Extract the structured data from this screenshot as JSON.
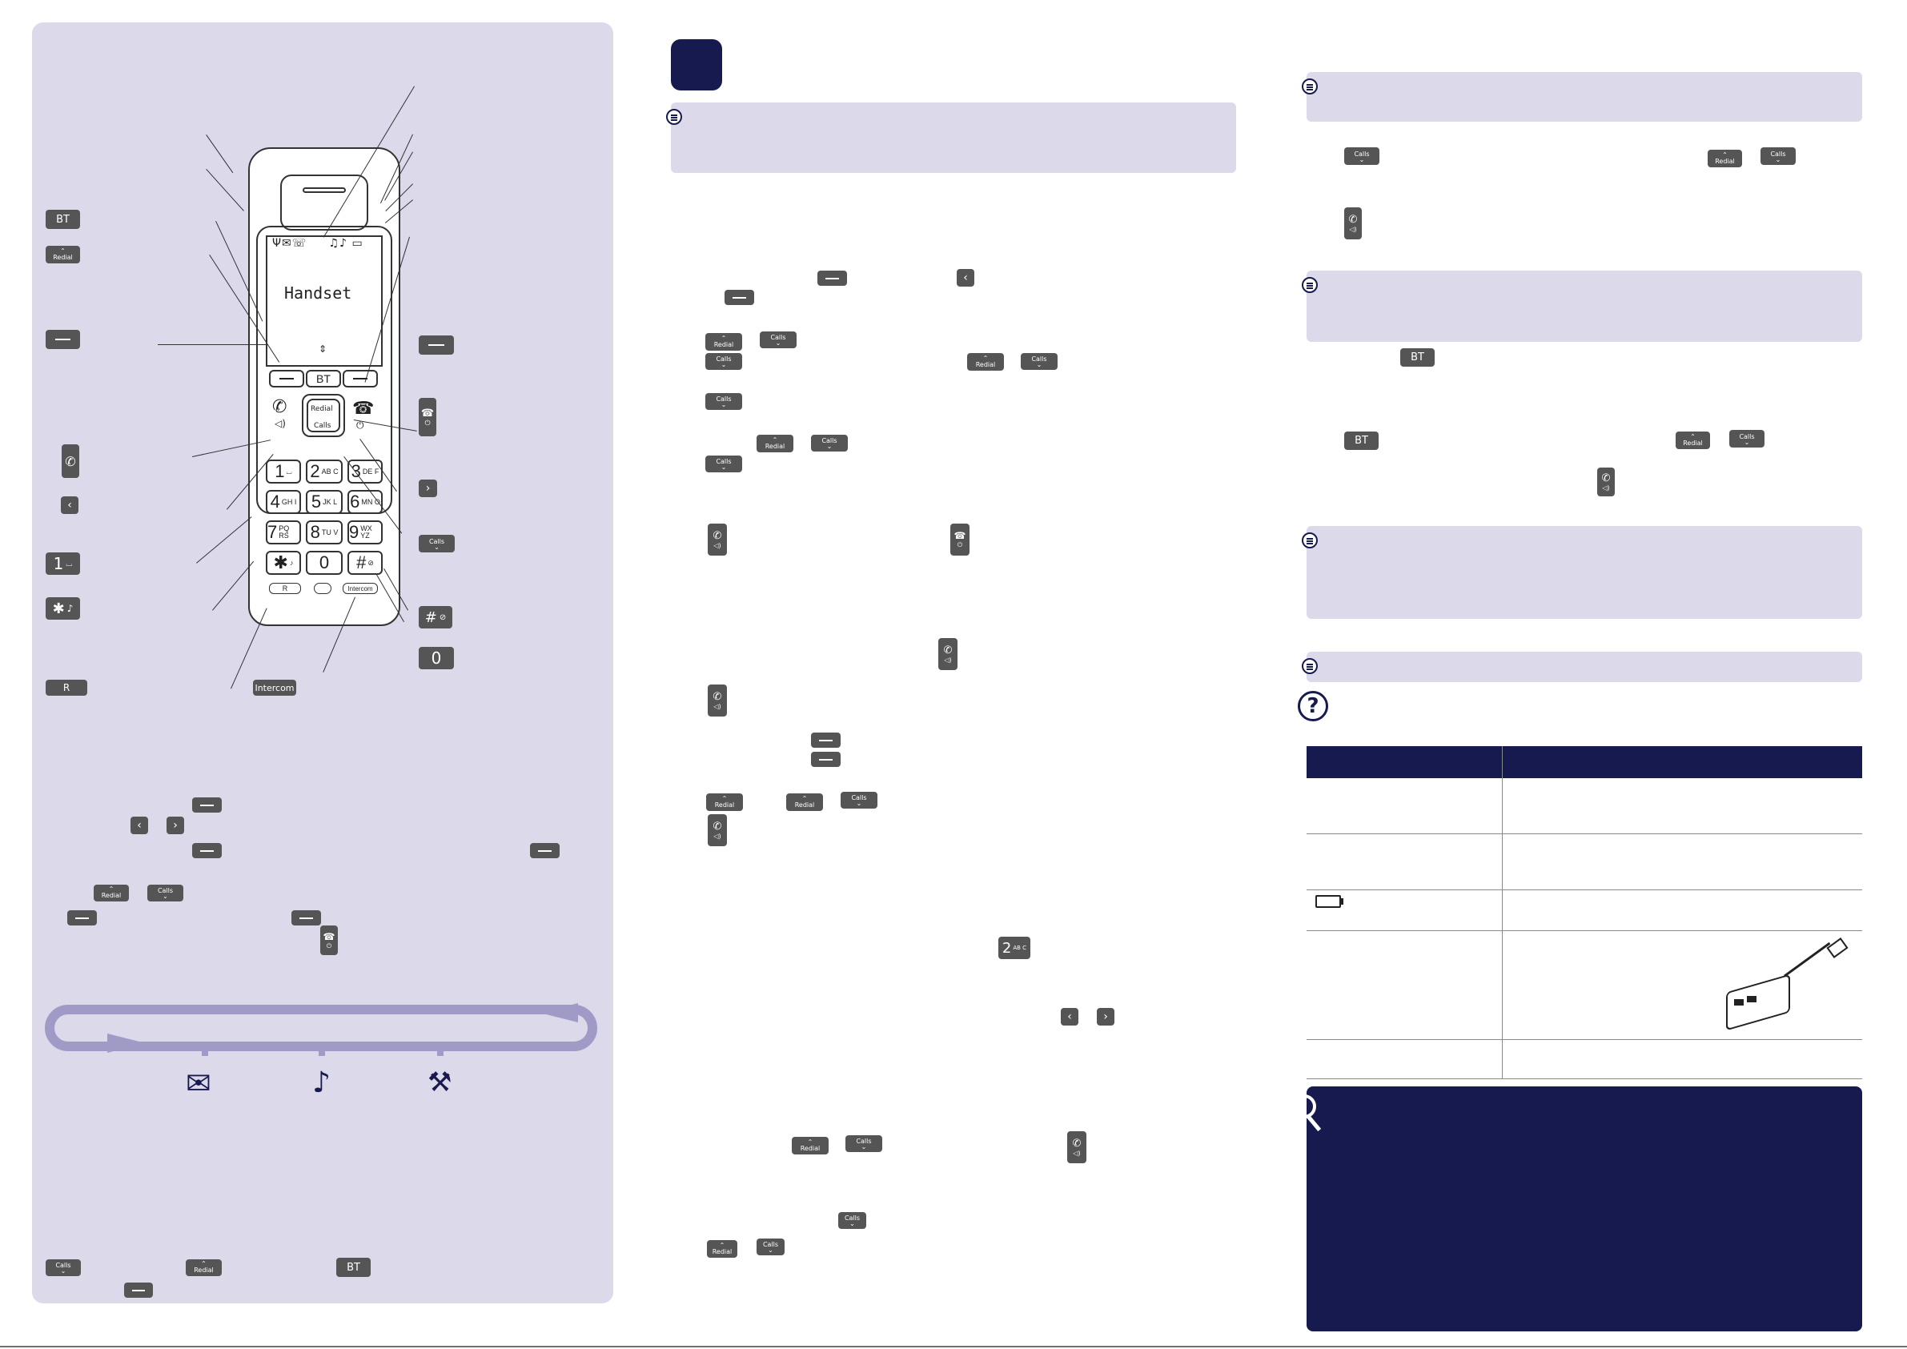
{
  "panel_left": {
    "legend_keys": {
      "bt": "BT",
      "redial": "Redial",
      "calls": "Calls",
      "one": "1",
      "star": "✱",
      "r": "R",
      "intercom": "Intercom",
      "zero": "0",
      "hash": "#"
    },
    "handset_screen": "Handset",
    "handset_keys": {
      "soft_bt": "BT",
      "redial": "Redial",
      "calls": "Calls",
      "r": "R",
      "intercom": "Intercom",
      "k1": "1",
      "k2": "2",
      "k2s": "AB C",
      "k3": "3",
      "k3s": "DE F",
      "k4": "4",
      "k4s": "GH I",
      "k5": "5",
      "k5s": "JK L",
      "k6": "6",
      "k6s": "MN O",
      "k7": "7",
      "k7s": "PQ RS",
      "k8": "8",
      "k8s": "TU V",
      "k9": "9",
      "k9s": "WX YZ",
      "kstar": "✱",
      "k0": "0",
      "khash": "#"
    },
    "menu_icons": [
      "envelope-icon",
      "music-note-icon",
      "tools-icon"
    ]
  },
  "middle": {
    "inline_keys": {
      "two": "2",
      "two_sub": "AB C"
    }
  },
  "right": {
    "table_battery_label": "",
    "colors": {
      "lilac": "#dcd9ea",
      "navy": "#161a4f",
      "key": "#555555",
      "loop": "#a09ac6"
    }
  }
}
